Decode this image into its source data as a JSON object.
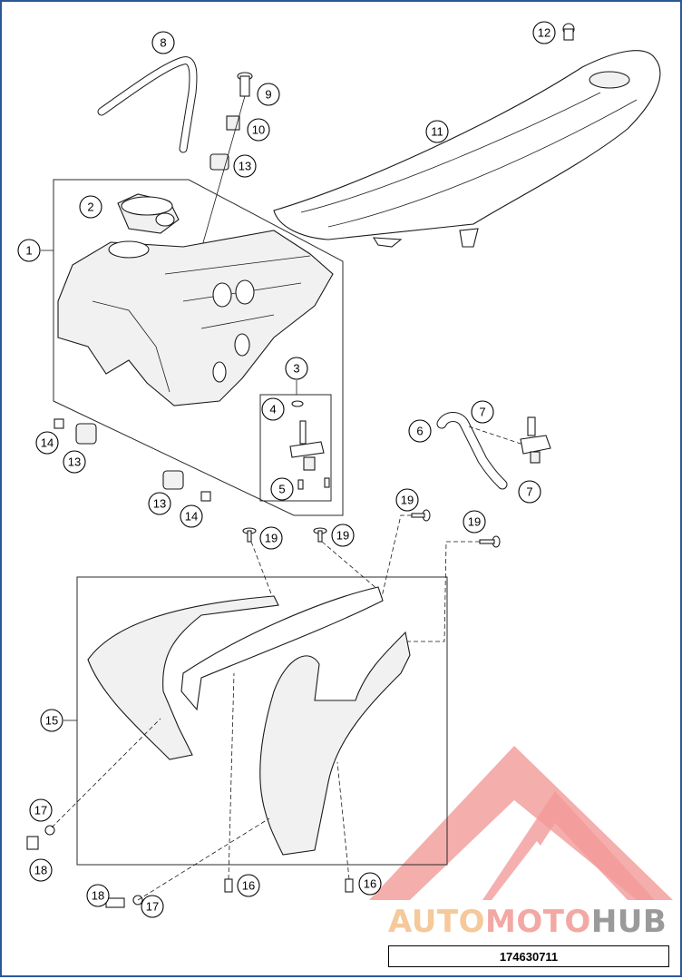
{
  "diagram": {
    "part_number": "174630711",
    "watermark": {
      "segments": [
        {
          "text": "AUTO",
          "color": "#f5c99a"
        },
        {
          "text": "MOTO",
          "color": "#f3a8a4"
        },
        {
          "text": "HUB",
          "color": "#9a9a9a"
        }
      ],
      "logo_color": "#f08a88"
    },
    "callouts": [
      {
        "id": "c1",
        "label": "1"
      },
      {
        "id": "c2",
        "label": "2"
      },
      {
        "id": "c3",
        "label": "3"
      },
      {
        "id": "c4",
        "label": "4"
      },
      {
        "id": "c5",
        "label": "5"
      },
      {
        "id": "c6",
        "label": "6"
      },
      {
        "id": "c7a",
        "label": "7"
      },
      {
        "id": "c7b",
        "label": "7"
      },
      {
        "id": "c8",
        "label": "8"
      },
      {
        "id": "c9",
        "label": "9"
      },
      {
        "id": "c10",
        "label": "10"
      },
      {
        "id": "c11",
        "label": "11"
      },
      {
        "id": "c12",
        "label": "12"
      },
      {
        "id": "c13a",
        "label": "13"
      },
      {
        "id": "c13b",
        "label": "13"
      },
      {
        "id": "c13c",
        "label": "13"
      },
      {
        "id": "c14a",
        "label": "14"
      },
      {
        "id": "c14b",
        "label": "14"
      },
      {
        "id": "c15",
        "label": "15"
      },
      {
        "id": "c16a",
        "label": "16"
      },
      {
        "id": "c16b",
        "label": "16"
      },
      {
        "id": "c17a",
        "label": "17"
      },
      {
        "id": "c17b",
        "label": "17"
      },
      {
        "id": "c18a",
        "label": "18"
      },
      {
        "id": "c18b",
        "label": "18"
      },
      {
        "id": "c19a",
        "label": "19"
      },
      {
        "id": "c19b",
        "label": "19"
      },
      {
        "id": "c19c",
        "label": "19"
      },
      {
        "id": "c19d",
        "label": "19"
      }
    ]
  }
}
